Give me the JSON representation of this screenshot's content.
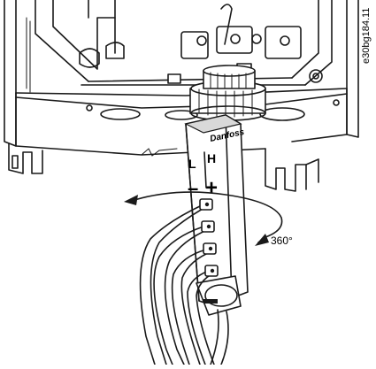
{
  "figure": {
    "rotation_label": "360°",
    "document_id": "e30bg184.11"
  },
  "connector": {
    "brand_mark": "Danfoss",
    "label_low": "L",
    "label_high": "H",
    "sign_minus": "–",
    "sign_plus": "+"
  },
  "colors": {
    "line": "#1a1a1a",
    "background": "#ffffff",
    "shade": "#d9d9d9"
  }
}
